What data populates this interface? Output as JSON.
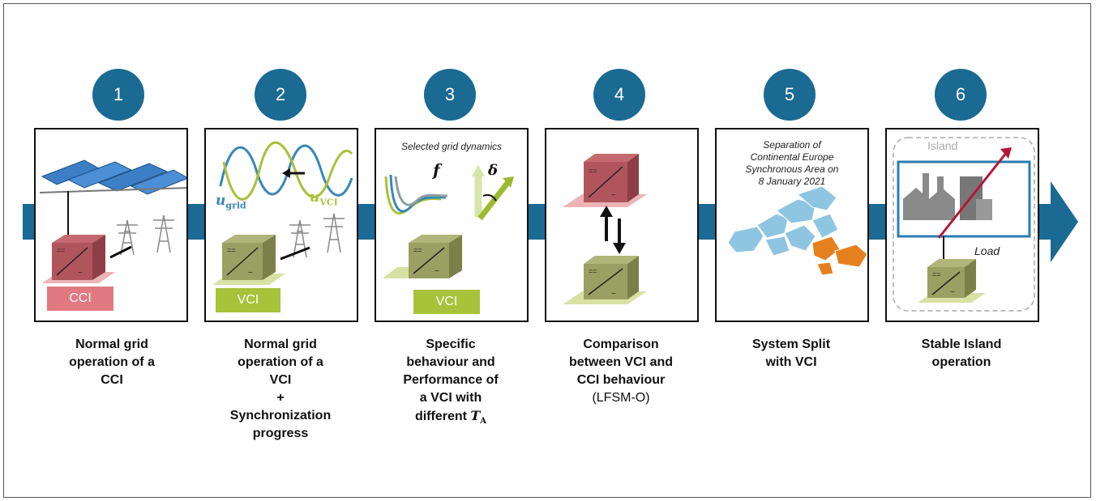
{
  "steps": [
    {
      "num": "1",
      "tag": "CCI",
      "caption": [
        "Normal grid",
        "operation of a",
        "CCI"
      ]
    },
    {
      "num": "2",
      "tag": "VCI",
      "caption": [
        "Normal grid",
        "operation of a",
        "VCI",
        "+",
        "Synchronization",
        "progress"
      ],
      "labels": {
        "ugrid": "u",
        "ugrid_sub": "grid",
        "uvci": "u",
        "uvci_sub": "VCI"
      }
    },
    {
      "num": "3",
      "tag": "VCI",
      "title": "Selected grid dynamics",
      "f": "f",
      "delta": "δ",
      "caption": [
        "Specific",
        "behaviour and",
        "Performance of",
        "a VCI with",
        "different "
      ],
      "ta": "T",
      "ta_sub": "A"
    },
    {
      "num": "4",
      "caption": [
        "Comparison",
        "between VCI and",
        "CCI behaviour"
      ],
      "caption_extra": "(LFSM-O)"
    },
    {
      "num": "5",
      "text": [
        "Separation of",
        "Continental Europe",
        "Synchronous Area on",
        "8 January 2021"
      ],
      "caption": [
        "System Split",
        "with VCI"
      ]
    },
    {
      "num": "6",
      "island": "Island",
      "load": "Load",
      "caption": [
        "Stable Island",
        "operation"
      ]
    }
  ],
  "colors": {
    "accent": "#1a6a93",
    "cci": "#e07a80",
    "vci": "#a8c23a",
    "map_blue": "#8ec5e0",
    "map_orange": "#e6801e"
  }
}
